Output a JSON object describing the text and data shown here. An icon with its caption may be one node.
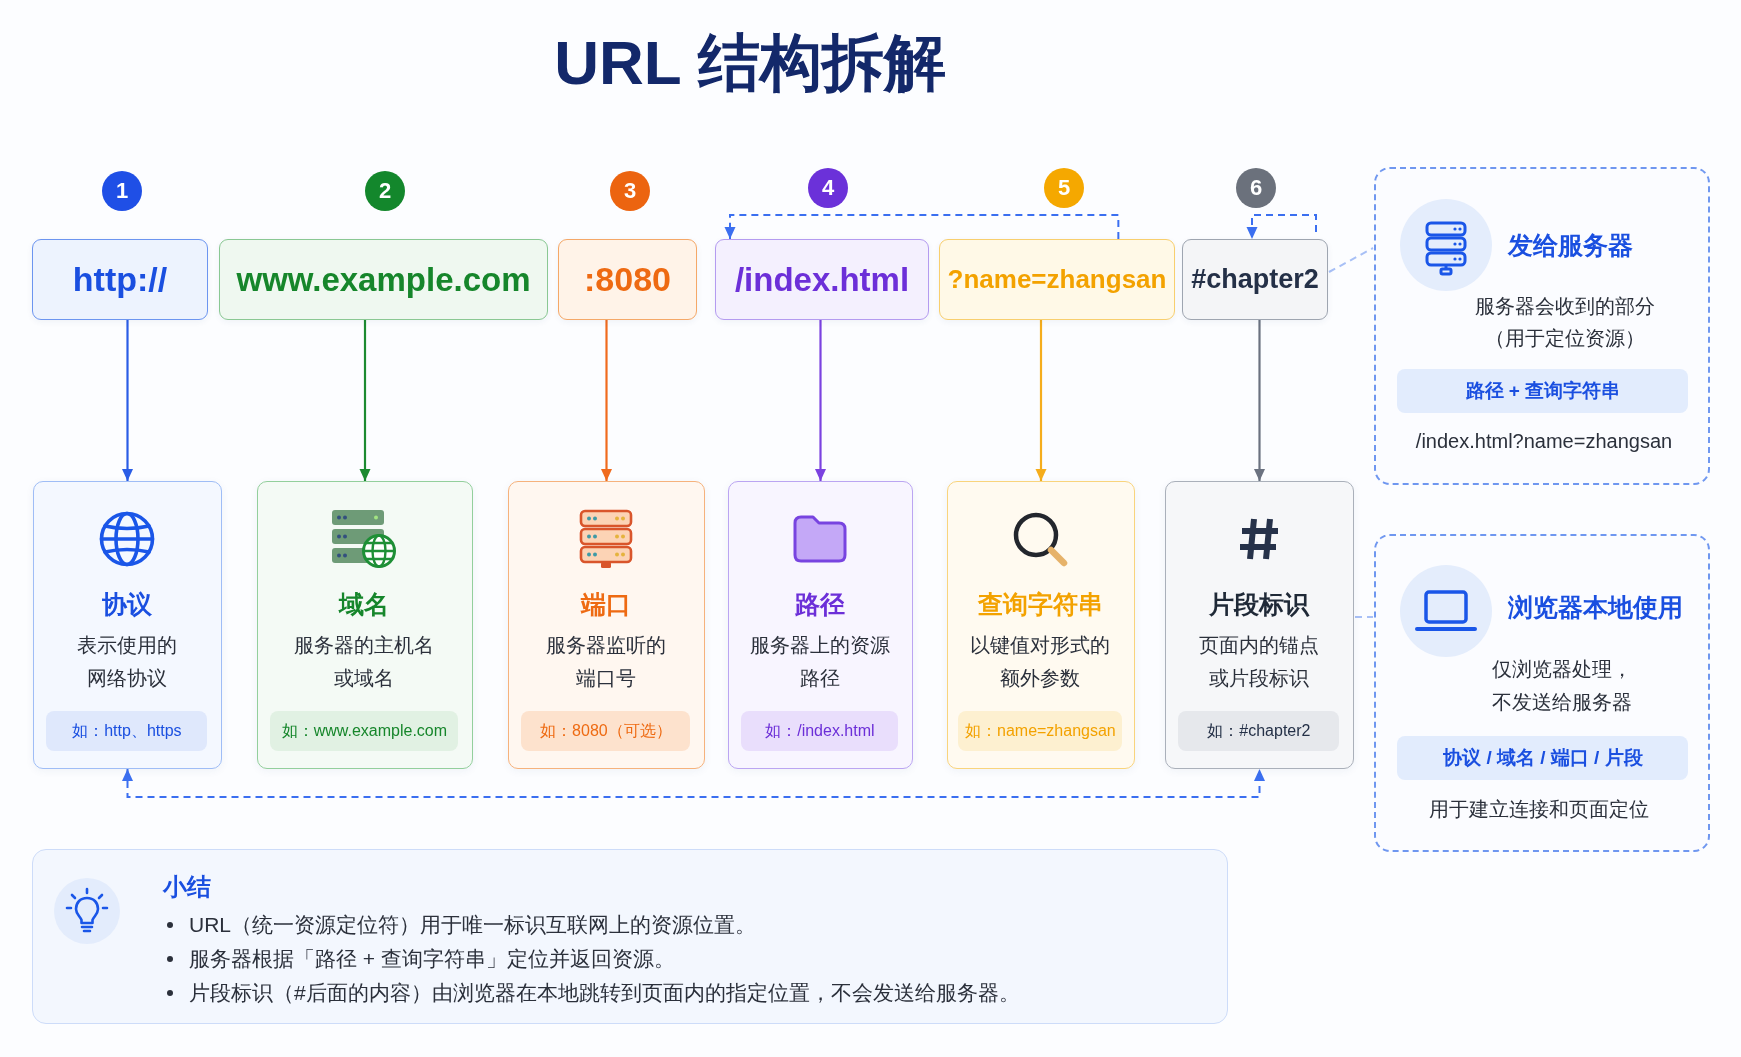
{
  "diagram": {
    "title": "URL 结构拆解",
    "nodes": [
      {
        "text": [
          "1"
        ]
      },
      {
        "text": [
          "2"
        ]
      },
      {
        "text": [
          "3"
        ]
      },
      {
        "text": [
          "4"
        ]
      },
      {
        "text": [
          "5"
        ]
      },
      {
        "text": [
          "6"
        ]
      },
      {
        "text": [
          "http://"
        ]
      },
      {
        "text": [
          "www.example.com"
        ]
      },
      {
        "text": [
          ":8080"
        ]
      },
      {
        "text": [
          "/index.html"
        ]
      },
      {
        "text": [
          "?name=zhangsan"
        ]
      },
      {
        "text": [
          "#chapter2"
        ]
      },
      {
        "text": [
          "协议",
          "表示使用的网络协议"
        ]
      },
      {
        "text": [
          "如：http、https"
        ],
        "in": 12
      },
      {
        "text": [
          "域名",
          "服务器的主机名或域名"
        ]
      },
      {
        "text": [
          "如：www.example.com"
        ],
        "in": 14
      },
      {
        "text": [
          "端口",
          "服务器监听的端口号"
        ]
      },
      {
        "text": [
          "如：8080（可选）"
        ],
        "in": 16
      },
      {
        "text": [
          "路径",
          "服务器上的资源路径"
        ]
      },
      {
        "text": [
          "如：/index.html"
        ],
        "in": 18
      },
      {
        "text": [
          "查询字符串",
          "以键值对形式的额外参数"
        ]
      },
      {
        "text": [
          "如：name=zhangsan"
        ],
        "in": 20
      },
      {
        "text": [
          "片段标识",
          "页面内的锚点或片段标识"
        ]
      },
      {
        "text": [
          "如：#chapter2"
        ],
        "in": 22
      },
      {
        "text": [
          "发给服务器",
          "服务器会收到的部分（用于定位资源）",
          "/index.html?name=zhangsan"
        ]
      },
      {
        "text": [
          "路径 + 查询字符串"
        ],
        "in": 24
      },
      {
        "text": [
          "浏览器本地使用",
          "仅浏览器处理，不发送给服务器",
          "用于建立连接和页面定位"
        ]
      },
      {
        "text": [
          "协议 / 域名 / 端口 / 片段"
        ],
        "in": 26
      },
      {
        "text": [
          "小结",
          "URL（统一资源定位符）用于唯一标识互联网上的资源位置。",
          "服务器根据「路径 + 查询字符串」定位并返回资源。",
          "片段标识（#后面的内容）由浏览器在本地跳转到页面内的指定位置，不会发送给服务器。"
        ]
      }
    ],
    "edges": [
      {
        "from": 6,
        "to": 12,
        "arrow": "to",
        "color": "#2a5de6"
      },
      {
        "from": 7,
        "to": 14,
        "arrow": "to",
        "color": "#1c8a30"
      },
      {
        "from": 8,
        "to": 16,
        "arrow": "to",
        "color": "#f06b1e"
      },
      {
        "from": 9,
        "to": 18,
        "arrow": "to",
        "color": "#7b42e0"
      },
      {
        "from": 10,
        "to": 20,
        "arrow": "to",
        "color": "#f5ad1c"
      },
      {
        "from": 11,
        "to": 22,
        "arrow": "to",
        "color": "#6b7280"
      },
      {
        "from": 10,
        "to": 9,
        "arrow": "to",
        "style": "dashed",
        "color": "#3b6ff0"
      },
      {
        "from": null,
        "to": 11,
        "arrow": "to",
        "style": "dashed",
        "color": "#3b6ff0"
      },
      {
        "from": 12,
        "to": 22,
        "arrow": "both",
        "style": "dashed",
        "color": "#3b6ff0"
      },
      {
        "from": 11,
        "to": 24,
        "arrow": "none",
        "style": "dashed",
        "color": "#a8c0f6"
      },
      {
        "from": 22,
        "to": 26,
        "arrow": "none",
        "style": "dashed",
        "color": "#a8c0f6"
      }
    ]
  }
}
